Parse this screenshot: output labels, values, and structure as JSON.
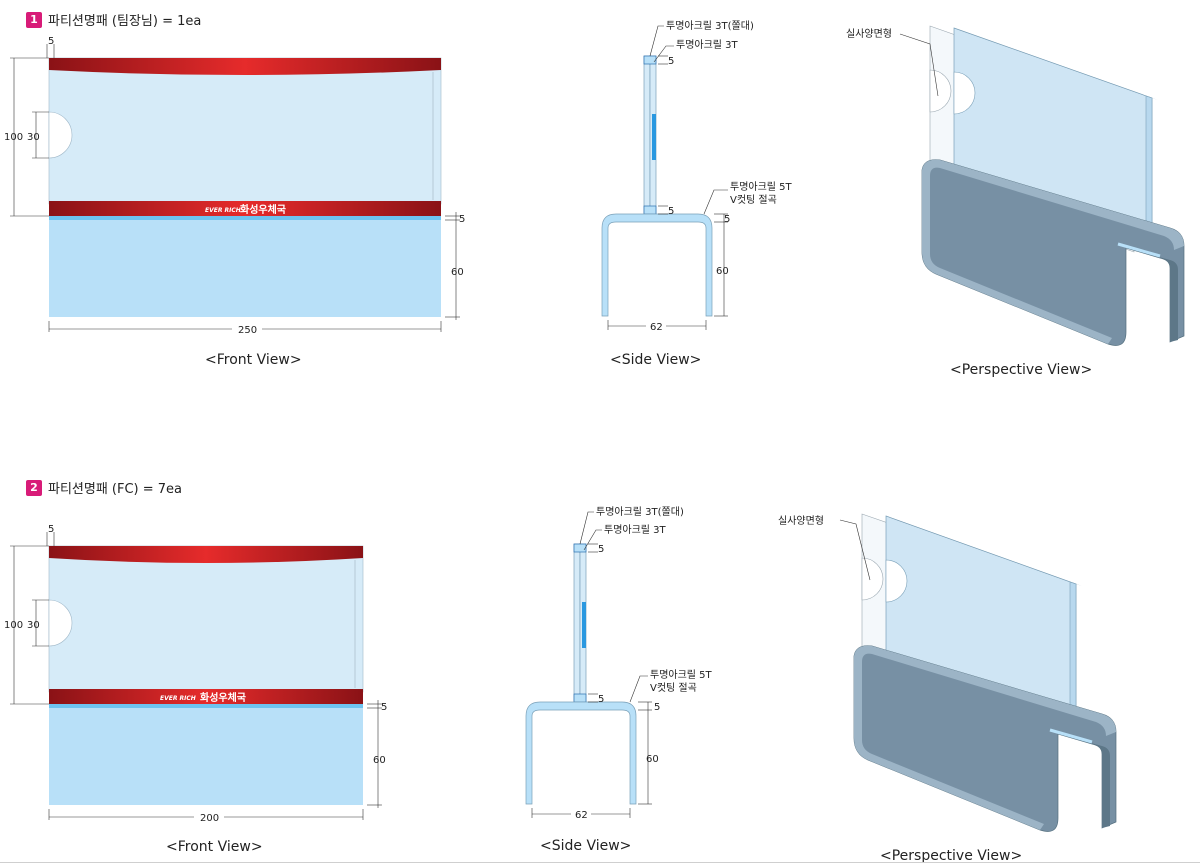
{
  "sections": [
    {
      "badge": "1",
      "title": "파티션명패 (팀장님) = 1ea",
      "front": {
        "caption": "<Front View>",
        "brand_logo": "EVER RICH",
        "brand_text": "화성우체국",
        "dim_top": "5",
        "dim_height_total": "100",
        "dim_cutout": "30",
        "dim_band": "5",
        "dim_base": "60",
        "dim_width": "250"
      },
      "side": {
        "caption": "<Side View>",
        "label_bar": "투명아크릴 3T(쫄대)",
        "label_panel": "투명아크릴 3T",
        "label_base": "투명아크릴 5T",
        "label_cut": "V컷팅 절곡",
        "dim_top": "5",
        "dim_joint": "5",
        "dim_base_top": "5",
        "dim_base_height": "60",
        "dim_base_width": "62"
      },
      "perspective": {
        "caption": "<Perspective View>",
        "label": "실사양면형"
      }
    },
    {
      "badge": "2",
      "title": "파티션명패 (FC) = 7ea",
      "front": {
        "caption": "<Front View>",
        "brand_logo": "EVER RICH",
        "brand_text": "화성우체국",
        "dim_top": "5",
        "dim_height_total": "100",
        "dim_cutout": "30",
        "dim_band": "5",
        "dim_base": "60",
        "dim_width": "200"
      },
      "side": {
        "caption": "<Side View>",
        "label_bar": "투명아크릴 3T(쫄대)",
        "label_panel": "투명아크릴 3T",
        "label_base": "투명아크릴 5T",
        "label_cut": "V컷팅 절곡",
        "dim_top": "5",
        "dim_joint": "5",
        "dim_base_top": "5",
        "dim_base_height": "60",
        "dim_base_width": "62"
      },
      "perspective": {
        "caption": "<Perspective View>",
        "label": "실사양면형"
      }
    }
  ],
  "colors": {
    "badge": "#d81b78",
    "panel": "#d6ebf8",
    "base": "#b8e0f8",
    "red": "#b01a1e",
    "red_light": "#e62b2b",
    "steel": "#6c8aa0"
  }
}
